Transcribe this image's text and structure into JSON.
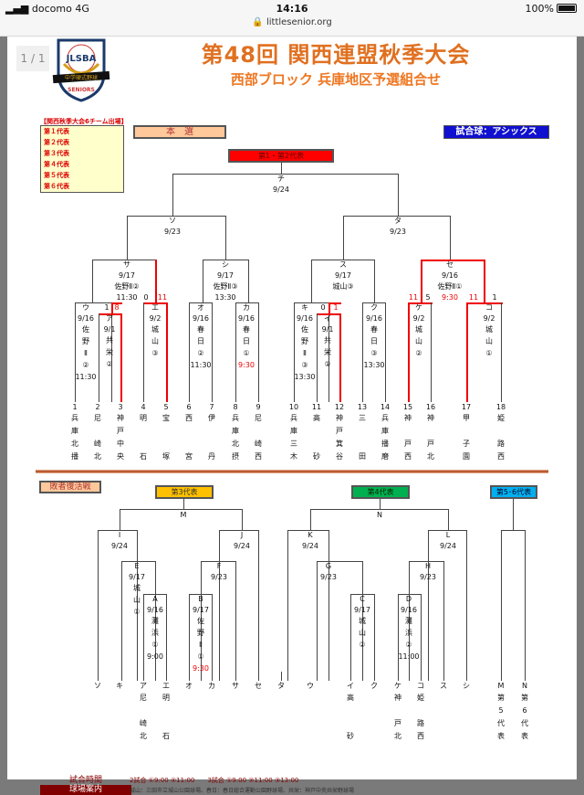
{
  "statusbar": {
    "carrier": "docomo",
    "network": "4G",
    "time": "14:16",
    "url": "littlesenior.org",
    "battery": "100%"
  },
  "page_indicator": "1 / 1",
  "logo": {
    "text_top": "J.L.S.B.A",
    "banner": "中学硬式野球",
    "text_bottom": "SENIORS"
  },
  "title": "第48回 関西連盟秋季大会",
  "subtitle": "西部ブロック 兵庫地区予選組合せ",
  "representatives": {
    "heading": "【関西秋季大会6チーム出場】",
    "items": [
      "第１代表",
      "第２代表",
      "第３代表",
      "第４代表",
      "第５代表",
      "第６代表"
    ]
  },
  "main_section_label": "本　選",
  "ball_label": "試合球：アシックス",
  "main_bracket": {
    "final_label": "第1・第2代表",
    "final": {
      "id": "チ",
      "date": "9/24"
    },
    "semis": [
      {
        "id": "ソ",
        "date": "9/23"
      },
      {
        "id": "タ",
        "date": "9/23"
      }
    ],
    "quarters": [
      {
        "id": "サ",
        "date": "9/17",
        "venue": "佐野Ⅱ②",
        "time": "11:30",
        "score_left": "0",
        "score_right": "11"
      },
      {
        "id": "シ",
        "date": "9/17",
        "venue": "佐野Ⅱ③",
        "time": "13:30"
      },
      {
        "id": "ス",
        "date": "9/17",
        "venue": "城山③"
      },
      {
        "id": "セ",
        "date": "9/16",
        "venue": "佐野Ⅱ①",
        "time": "9:30",
        "score_left": "11",
        "score_left2": "5",
        "score_right": "11",
        "score_right2": "1"
      }
    ],
    "rounds": [
      {
        "id": "ウ",
        "date": "9/16",
        "venue": [
          "佐",
          "野",
          "Ⅱ",
          "②"
        ],
        "time": "11:30",
        "score": "1"
      },
      {
        "id": "ア",
        "date": "9/1",
        "venue": [
          "共",
          "栄",
          "②"
        ],
        "score": "8"
      },
      {
        "id": "エ",
        "date": "9/2",
        "venue": [
          "城",
          "山",
          "③"
        ]
      },
      {
        "id": "オ",
        "date": "9/16",
        "venue": [
          "春",
          "日",
          "②"
        ],
        "time": "11:30"
      },
      {
        "id": "カ",
        "date": "9/16",
        "venue": [
          "春",
          "日",
          "①"
        ],
        "time": "9:30"
      },
      {
        "id": "キ",
        "date": "9/16",
        "venue": [
          "佐",
          "野",
          "Ⅱ",
          "③"
        ],
        "time": "13:30",
        "score": "0"
      },
      {
        "id": "イ",
        "date": "9/1",
        "venue": [
          "共",
          "栄",
          "①"
        ],
        "score": "1"
      },
      {
        "id": "ク",
        "date": "9/16",
        "venue": [
          "春",
          "日",
          "③"
        ],
        "time": "13:30"
      },
      {
        "id": "ケ",
        "date": "9/2",
        "venue": [
          "城",
          "山",
          "②"
        ]
      },
      {
        "id": "コ",
        "date": "9/2",
        "venue": [
          "城",
          "山",
          "①"
        ]
      }
    ],
    "teams": [
      {
        "no": "1",
        "name": [
          "兵",
          "庫",
          "北",
          "播"
        ]
      },
      {
        "no": "2",
        "name": [
          "尼",
          "",
          "崎",
          "北"
        ]
      },
      {
        "no": "3",
        "name": [
          "神",
          "戸",
          "中",
          "央"
        ]
      },
      {
        "no": "4",
        "name": [
          "明",
          "",
          "",
          "石"
        ]
      },
      {
        "no": "5",
        "name": [
          "宝",
          "",
          "",
          "塚"
        ]
      },
      {
        "no": "6",
        "name": [
          "西",
          "",
          "",
          "宮"
        ]
      },
      {
        "no": "7",
        "name": [
          "伊",
          "",
          "",
          "丹"
        ]
      },
      {
        "no": "8",
        "name": [
          "兵",
          "庫",
          "北",
          "摂"
        ]
      },
      {
        "no": "9",
        "name": [
          "尼",
          "",
          "崎",
          "西"
        ]
      },
      {
        "no": "10",
        "name": [
          "兵",
          "庫",
          "三",
          "木"
        ]
      },
      {
        "no": "11",
        "name": [
          "高",
          "",
          "",
          "砂"
        ]
      },
      {
        "no": "12",
        "name": [
          "神",
          "戸",
          "箕",
          "谷"
        ]
      },
      {
        "no": "13",
        "name": [
          "三",
          "",
          "",
          "田"
        ]
      },
      {
        "no": "14",
        "name": [
          "兵",
          "庫",
          "播",
          "磨"
        ]
      },
      {
        "no": "15",
        "name": [
          "神",
          "",
          "戸",
          "西"
        ]
      },
      {
        "no": "16",
        "name": [
          "神",
          "",
          "戸",
          "北"
        ]
      },
      {
        "no": "17",
        "name": [
          "甲",
          "",
          "子",
          "園"
        ]
      },
      {
        "no": "18",
        "name": [
          "姫",
          "",
          "路",
          "西"
        ]
      }
    ]
  },
  "repechage_label": "敗者復活戦",
  "repechage": {
    "third_label": "第3代表",
    "fourth_label": "第4代表",
    "fifth_sixth_label": "第5･6代表",
    "m": {
      "id": "M"
    },
    "n": {
      "id": "N"
    },
    "matches": {
      "I": {
        "id": "I",
        "date": "9/24"
      },
      "J": {
        "id": "J",
        "date": "9/24"
      },
      "K": {
        "id": "K",
        "date": "9/24"
      },
      "L": {
        "id": "L",
        "date": "9/24"
      },
      "E": {
        "id": "E",
        "date": "9/17",
        "venue": [
          "城",
          "山",
          "①"
        ]
      },
      "F": {
        "id": "F",
        "date": "9/23"
      },
      "G": {
        "id": "G",
        "date": "9/23"
      },
      "H": {
        "id": "H",
        "date": "9/23"
      },
      "A": {
        "id": "A",
        "date": "9/16",
        "venue": [
          "灘",
          "浜",
          "①"
        ],
        "time": "9:00"
      },
      "B": {
        "id": "B",
        "date": "9/17",
        "venue": [
          "佐",
          "野",
          "Ⅱ",
          "①"
        ],
        "time": "9:30"
      },
      "C": {
        "id": "C",
        "date": "9/17",
        "venue": [
          "城",
          "山",
          "②"
        ]
      },
      "D": {
        "id": "D",
        "date": "9/16",
        "venue": [
          "灘",
          "浜",
          "②"
        ],
        "time": "11:00"
      }
    },
    "slots": [
      {
        "id": "ソ",
        "name": [
          "",
          "",
          "",
          ""
        ]
      },
      {
        "id": "キ",
        "name": [
          "",
          "",
          "",
          ""
        ]
      },
      {
        "id": "ア",
        "name": [
          "尼",
          "",
          "崎",
          "北"
        ]
      },
      {
        "id": "エ",
        "name": [
          "明",
          "",
          "",
          "石"
        ]
      },
      {
        "id": "オ",
        "name": [
          "",
          "",
          "",
          ""
        ]
      },
      {
        "id": "カ",
        "name": [
          "",
          "",
          "",
          ""
        ]
      },
      {
        "id": "サ",
        "name": [
          "",
          "",
          "",
          ""
        ]
      },
      {
        "id": "セ",
        "name": [
          "",
          "",
          "",
          ""
        ]
      },
      {
        "id": "タ",
        "name": [
          "",
          "",
          "",
          ""
        ]
      },
      {
        "id": "ウ",
        "name": [
          "",
          "",
          "",
          ""
        ]
      },
      {
        "id": "イ",
        "name": [
          "高",
          "",
          "",
          "砂"
        ]
      },
      {
        "id": "ク",
        "name": [
          "",
          "",
          "",
          ""
        ]
      },
      {
        "id": "ケ",
        "name": [
          "神",
          "",
          "戸",
          "北"
        ]
      },
      {
        "id": "コ",
        "name": [
          "姫",
          "",
          "路",
          "西"
        ]
      },
      {
        "id": "ス",
        "name": [
          "",
          "",
          "",
          ""
        ]
      },
      {
        "id": "シ",
        "name": [
          "",
          "",
          "",
          ""
        ]
      },
      {
        "id": "M",
        "name": [
          "第",
          "5",
          "代",
          "表"
        ]
      },
      {
        "id": "N",
        "name": [
          "第",
          "6",
          "代",
          "表"
        ]
      }
    ]
  },
  "footer": {
    "time_label": "試合時間",
    "time_text": "2試合 ①9:00 ②11:00　　3試合 ①9:00 ②11:00 ③13:00",
    "venue_label": "球場案内",
    "venue_text": "城山：三田市立城山公園球場、春日：春日総合運動公園野球場、共栄：神戸中央共栄野球場"
  }
}
